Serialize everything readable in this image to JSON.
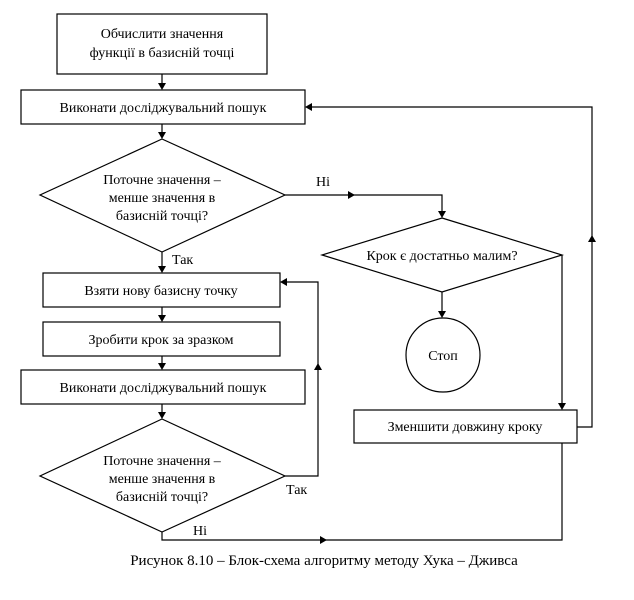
{
  "nodes": {
    "compute_base": {
      "lines": [
        "Обчислити значення",
        "функції в базисній точці"
      ]
    },
    "explore_1": {
      "lines": [
        "Виконати досліджувальний пошук"
      ]
    },
    "decision_1": {
      "lines": [
        "Поточне значення –",
        "менше значення в",
        "базисній точці?"
      ]
    },
    "step_small": {
      "lines": [
        "Крок є достатньо малим?"
      ]
    },
    "new_base": {
      "lines": [
        "Взяти нову базисну точку"
      ]
    },
    "pattern_step": {
      "lines": [
        "Зробити крок за зразком"
      ]
    },
    "explore_2": {
      "lines": [
        "Виконати досліджувальний пошук"
      ]
    },
    "stop": {
      "lines": [
        "Стоп"
      ]
    },
    "reduce_step": {
      "lines": [
        "Зменшити довжину кроку"
      ]
    },
    "decision_2": {
      "lines": [
        "Поточне значення –",
        "менше значення в",
        "базисній точці?"
      ]
    }
  },
  "edge_labels": {
    "d1_no": "Ні",
    "d1_yes": "Так",
    "d2_yes": "Так",
    "d2_no": "Ні"
  },
  "caption": "Рисунок 8.10 – Блок-схема алгоритму методу Хука – Дживса"
}
